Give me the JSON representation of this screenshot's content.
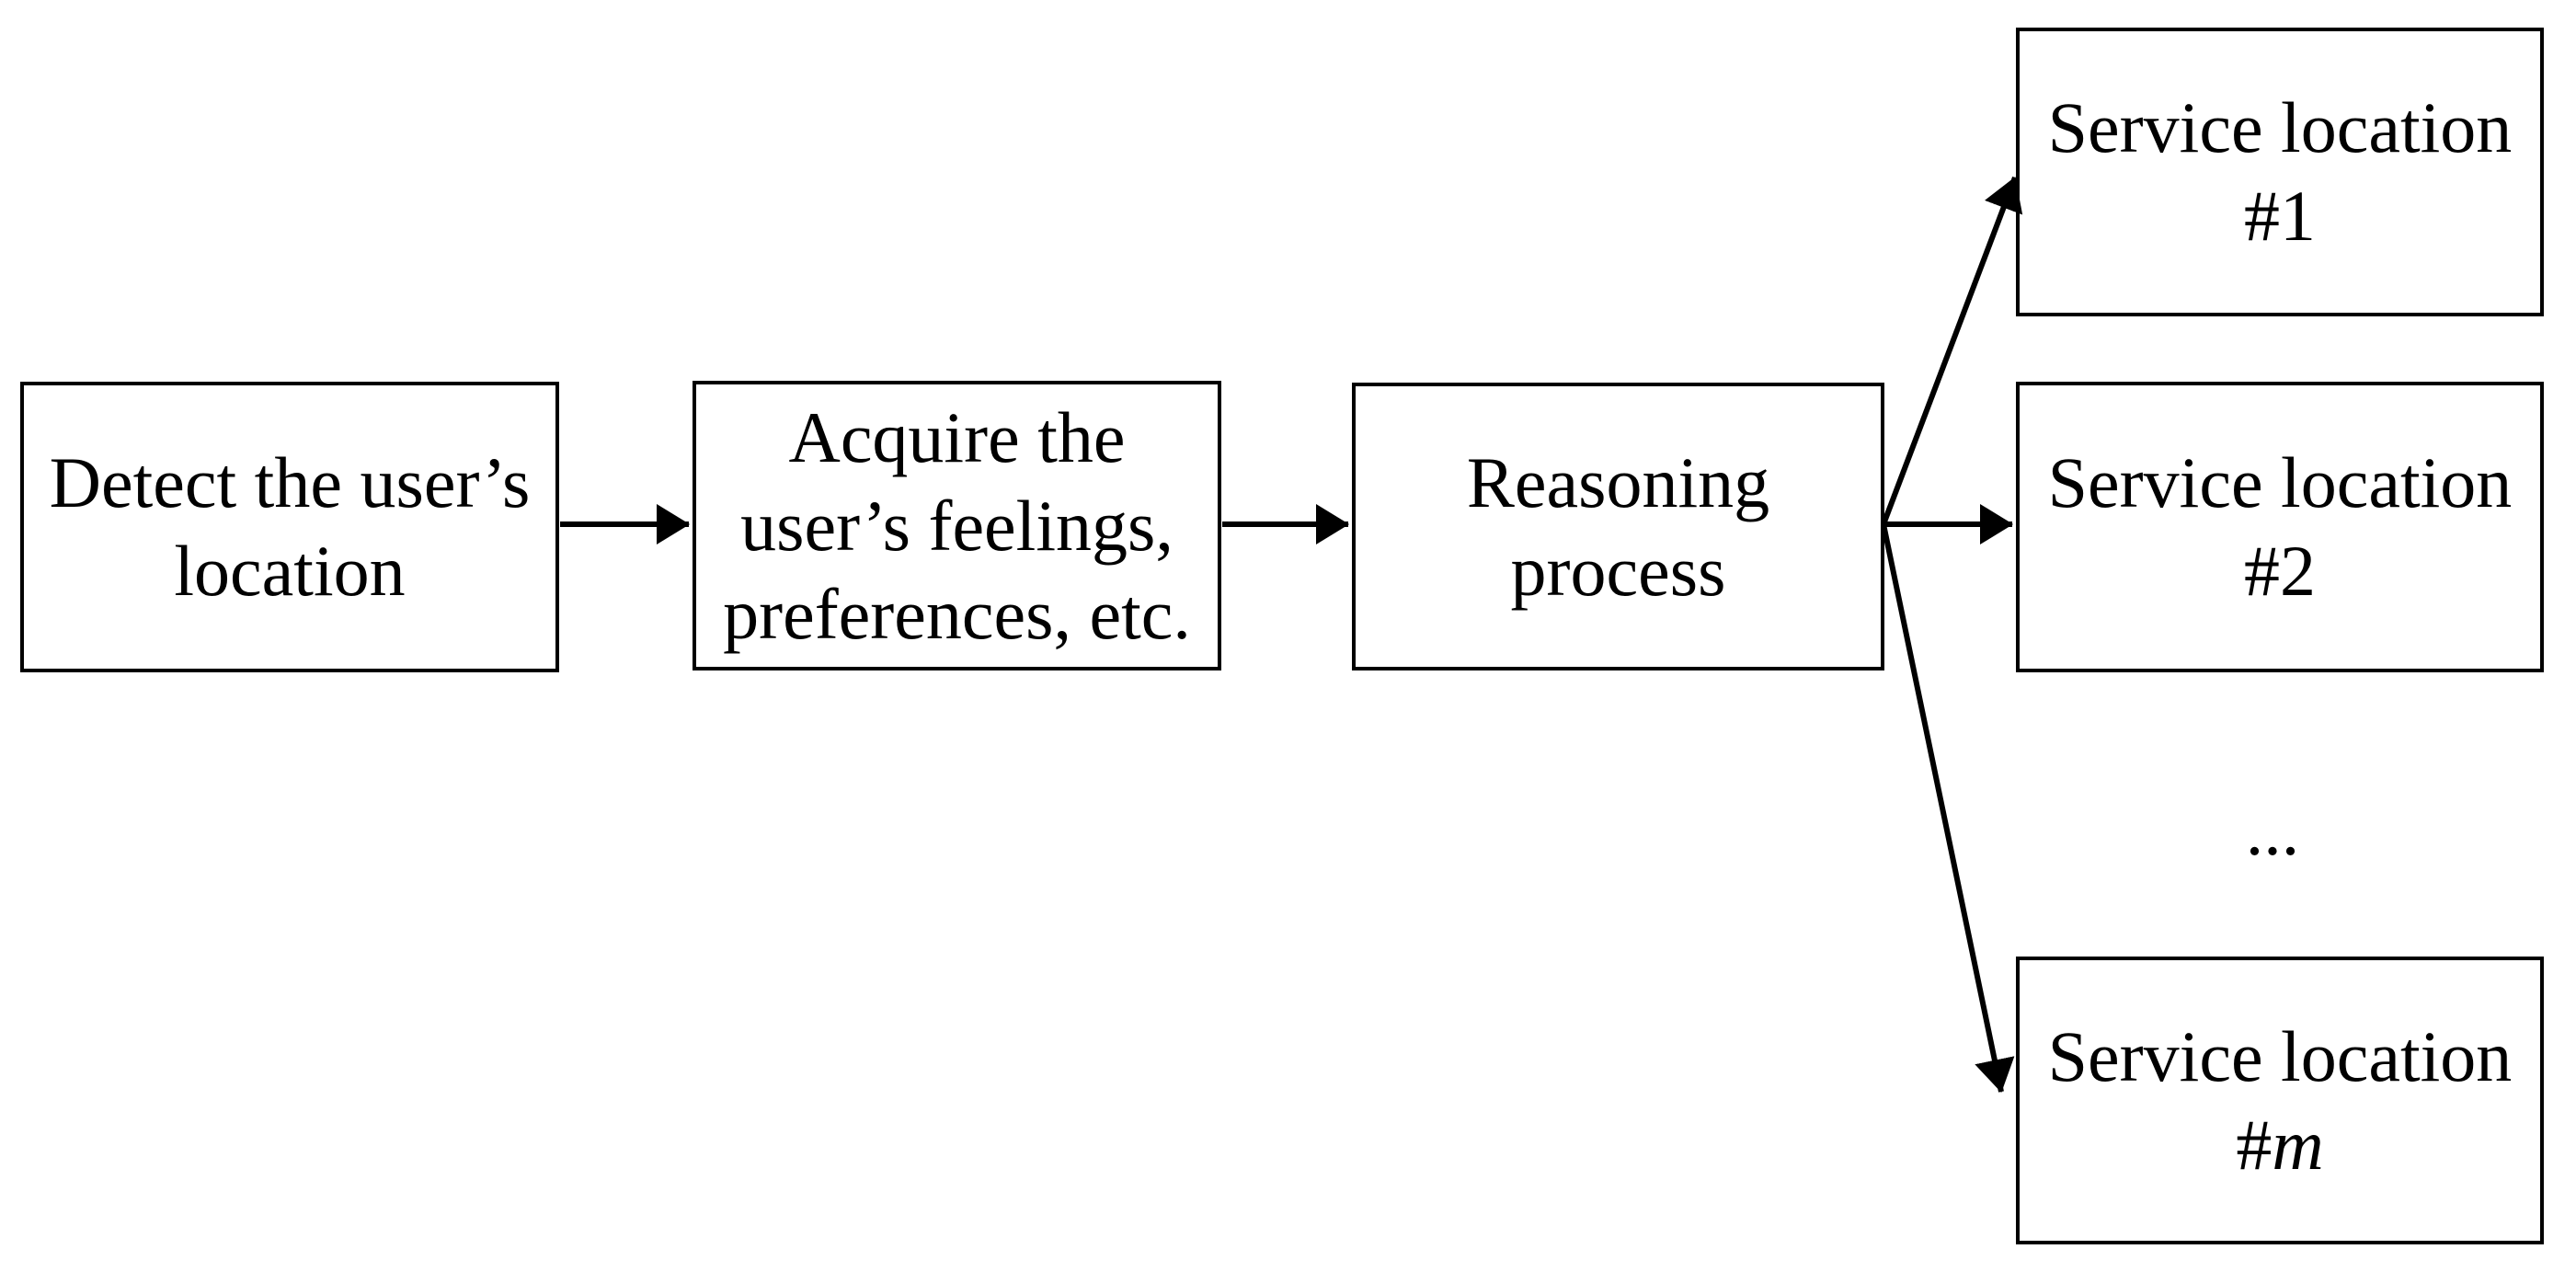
{
  "canvas": {
    "background_color": "#ffffff",
    "line_color": "#000000"
  },
  "nodes": {
    "detect": {
      "label": "Detect the user’s\nlocation"
    },
    "acquire": {
      "label": "Acquire the\nuser’s feelings,\npreferences, etc."
    },
    "reasoning": {
      "label": "Reasoning\nprocess"
    },
    "service1": {
      "line1": "Service location",
      "line2": "#1"
    },
    "service2": {
      "line1": "Service location",
      "line2": "#2"
    },
    "serviceM": {
      "line1": "Service location",
      "line2_prefix": "#",
      "line2_var": "m"
    }
  },
  "ellipsis": "...",
  "arrows": [
    {
      "from": "detect",
      "to": "acquire"
    },
    {
      "from": "acquire",
      "to": "reasoning"
    },
    {
      "from": "reasoning",
      "to": "service1"
    },
    {
      "from": "reasoning",
      "to": "service2"
    },
    {
      "from": "reasoning",
      "to": "serviceM"
    }
  ]
}
